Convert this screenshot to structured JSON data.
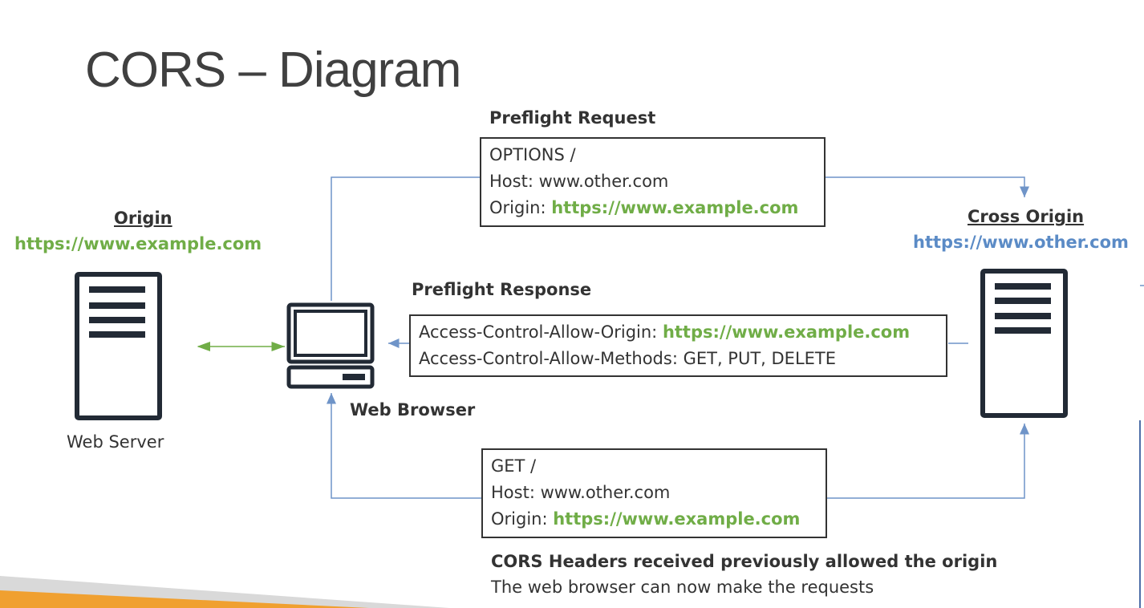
{
  "title": "CORS – Diagram",
  "origin": {
    "label": "Origin",
    "url": "https://www.example.com",
    "server_caption": "Web Server"
  },
  "cross_origin": {
    "label": "Cross Origin",
    "url": "https://www.other.com"
  },
  "browser": {
    "label": "Web Browser"
  },
  "preflight_request": {
    "heading": "Preflight Request",
    "line1": "OPTIONS /",
    "line2": "Host: www.other.com",
    "line3_prefix": "Origin: ",
    "line3_value": "https://www.example.com"
  },
  "preflight_response": {
    "heading": "Preflight Response",
    "line1_prefix": "Access-Control-Allow-Origin: ",
    "line1_value": "https://www.example.com",
    "line2": "Access-Control-Allow-Methods: GET, PUT, DELETE"
  },
  "main_request": {
    "line1": "GET /",
    "line2": "Host: www.other.com",
    "line3_prefix": "Origin: ",
    "line3_value": "https://www.example.com"
  },
  "footer": {
    "bold": "CORS Headers received previously allowed the origin",
    "text": "The web browser can now make the requests"
  },
  "colors": {
    "green": "#70AD47",
    "blue": "#5B8BC6",
    "arrow": "#6F94C8",
    "dark": "#222A35",
    "accent_orange": "#F0A030"
  }
}
